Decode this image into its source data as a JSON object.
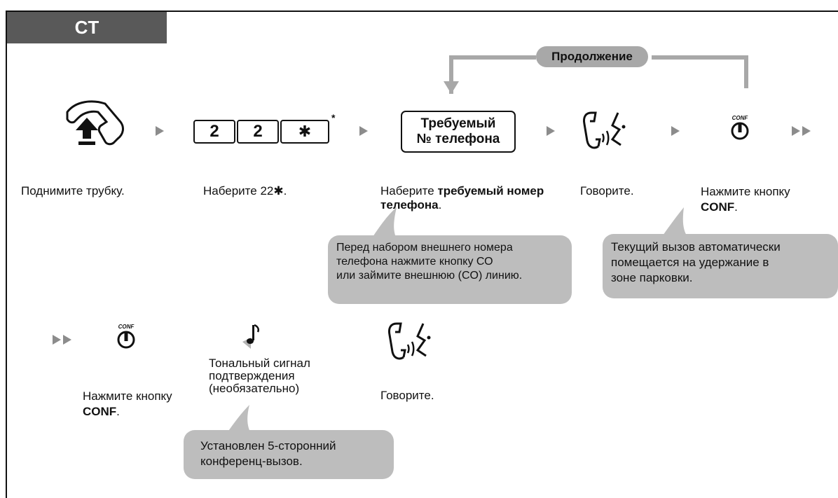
{
  "header": {
    "tab_label": "CT"
  },
  "continuation": {
    "label": "Продолжение"
  },
  "row1": {
    "steps": [
      {
        "caption": "Поднимите трубку."
      },
      {
        "caption_prefix": "Наберите 22",
        "caption_star": "✱",
        "caption_suffix": "."
      },
      {
        "caption_prefix": "Наберите ",
        "caption_bold": "требуемый номер телефона",
        "caption_suffix": "."
      },
      {
        "caption": "Говорите."
      },
      {
        "caption_prefix": "Нажмите кнопку",
        "caption_bold": "CONF",
        "caption_suffix": "."
      }
    ],
    "dial_keys": [
      "2",
      "2",
      "✱"
    ],
    "dial_footnote": "*",
    "number_box": {
      "line1": "Требуемый",
      "line2": "№ телефона"
    },
    "conf_icon_label": "CONF",
    "callout_left": [
      "Перед набором внешнего номера",
      "телефона нажмите кнопку СО",
      "или займите внешнюю (CO) линию."
    ],
    "callout_right": [
      "Текущий вызов автоматически",
      "помещается на удержание в",
      "зоне парковки."
    ]
  },
  "row2": {
    "conf_icon_label": "CONF",
    "press_caption_prefix": "Нажмите кнопку",
    "press_caption_bold": "CONF",
    "press_caption_suffix": ".",
    "tone_caption": [
      "Тональный сигнал",
      "подтверждения",
      "(необязательно)"
    ],
    "talk_caption": "Говорите.",
    "callout": [
      "Установлен 5-сторонний",
      "конференц-вызов."
    ]
  }
}
